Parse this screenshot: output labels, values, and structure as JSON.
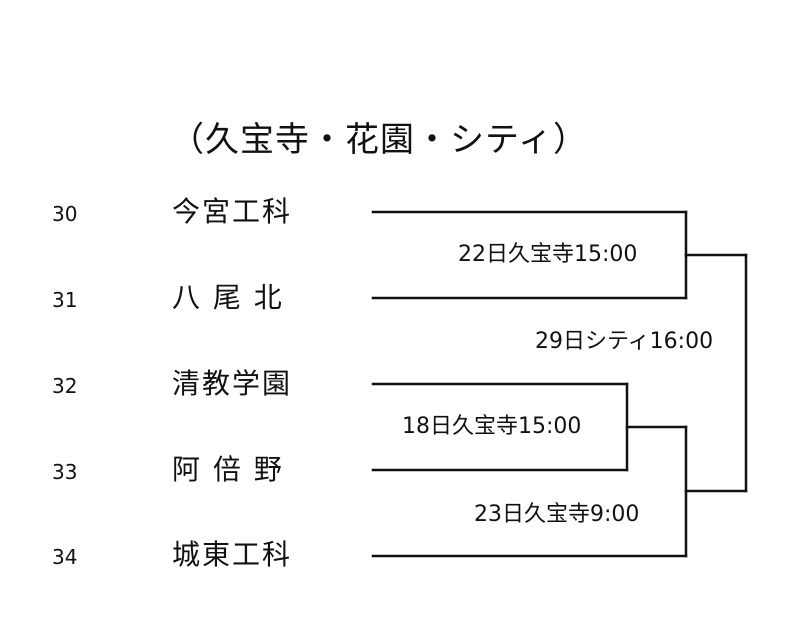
{
  "title": "（久宝寺・花園・シティ）",
  "entries": [
    {
      "seed": "30",
      "team": "今宮工科"
    },
    {
      "seed": "31",
      "team": "八 尾 北"
    },
    {
      "seed": "32",
      "team": "清教学園"
    },
    {
      "seed": "33",
      "team": "阿 倍 野"
    },
    {
      "seed": "34",
      "team": "城東工科"
    }
  ],
  "matches": {
    "m_30_31": "22日久宝寺15:00",
    "m_32_33": "18日久宝寺15:00",
    "m_winner_34": "23日久宝寺9:00",
    "final": "29日シティ16:00"
  }
}
